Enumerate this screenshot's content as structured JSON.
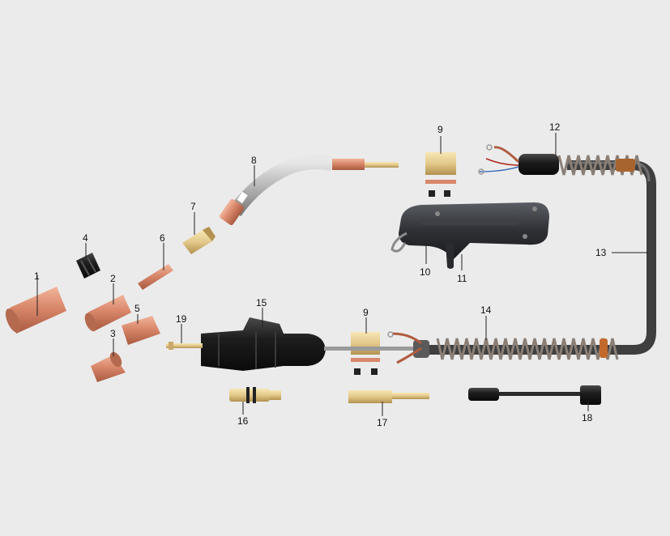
{
  "diagram": {
    "background": "#ebebeb",
    "colors": {
      "copper": "#d9876a",
      "brass": "#e3c98a",
      "rubber": "#1d1d1d",
      "cable": "#4a4a4a",
      "spring": "#8a7f76"
    },
    "callouts": [
      "1",
      "2",
      "3",
      "4",
      "5",
      "6",
      "7",
      "8",
      "9",
      "9",
      "10",
      "11",
      "12",
      "13",
      "14",
      "15",
      "16",
      "17",
      "18",
      "19"
    ]
  }
}
